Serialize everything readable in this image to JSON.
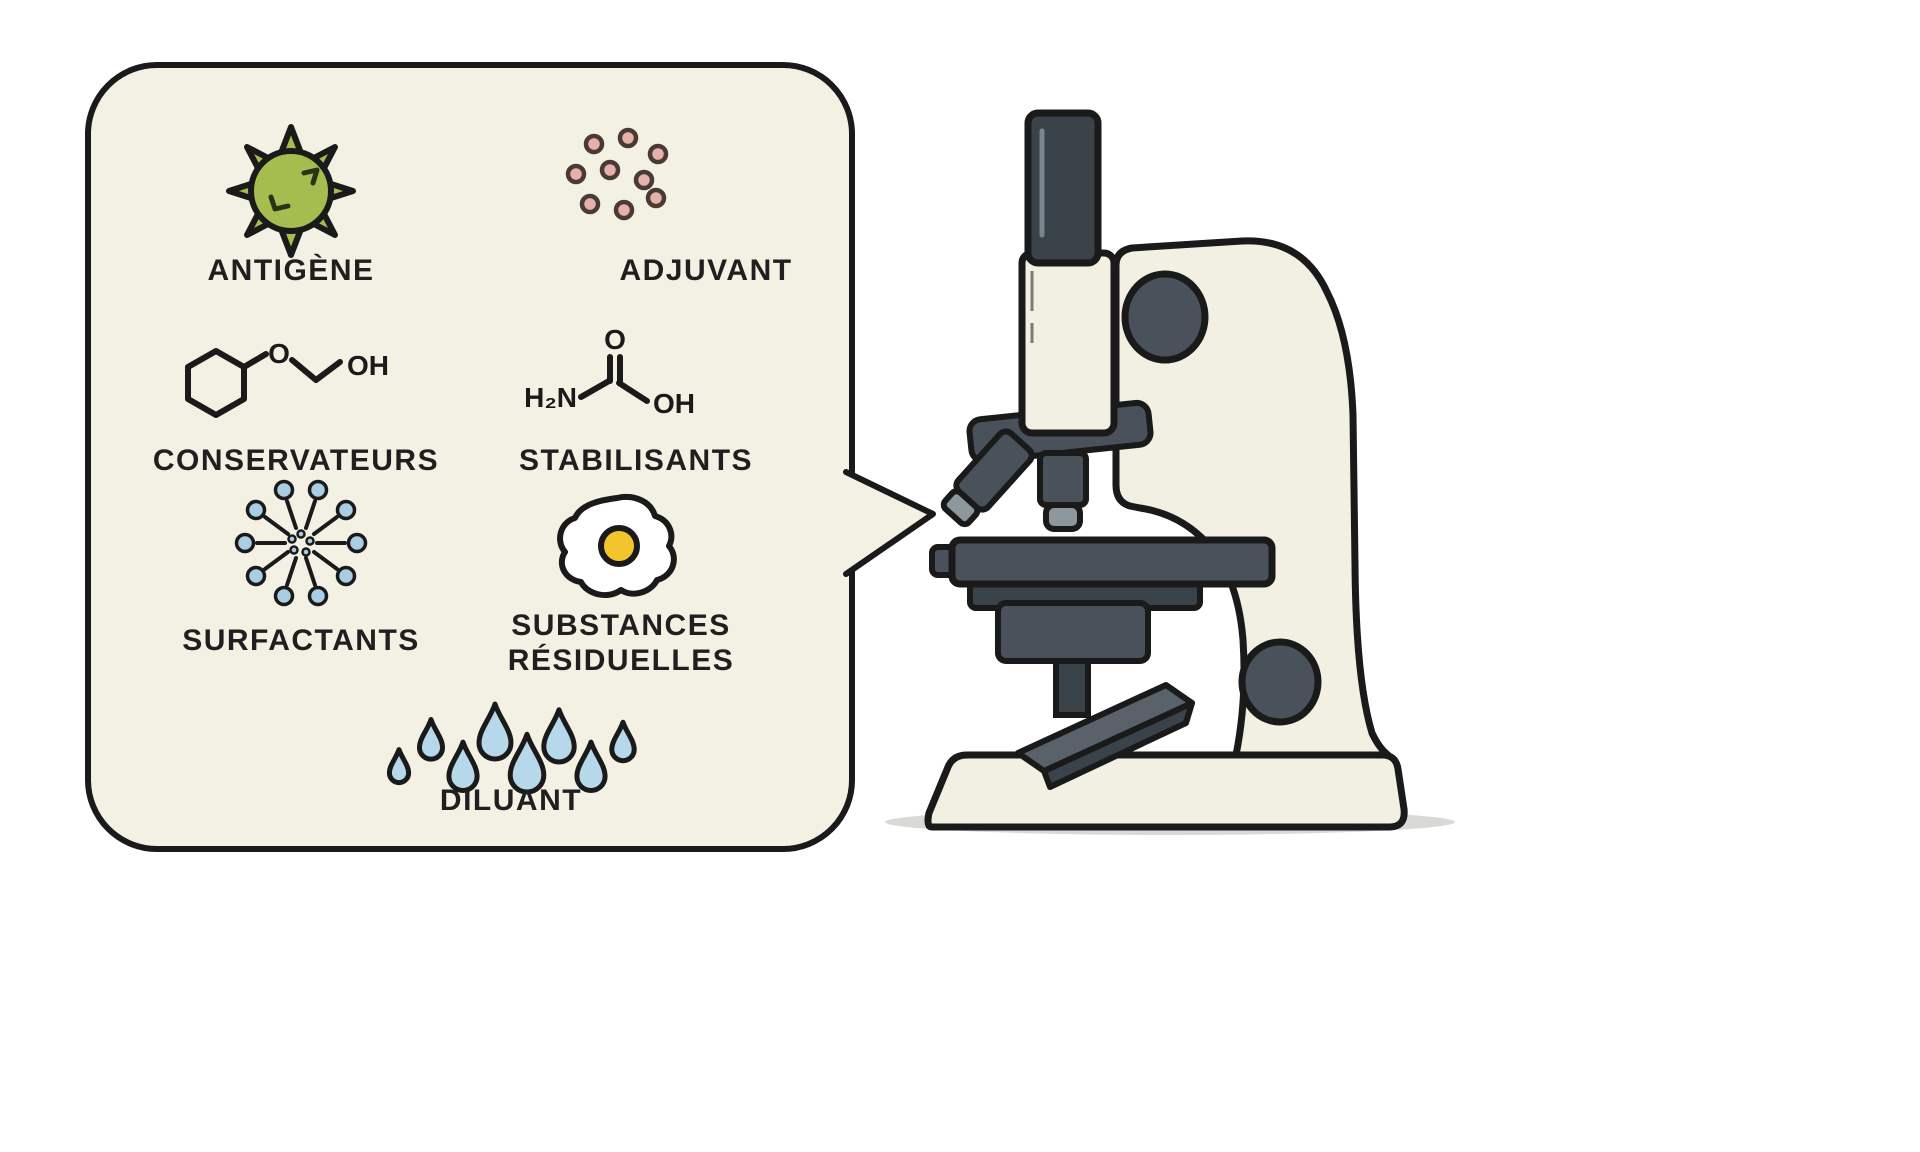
{
  "title": "vaccine-components-illustration",
  "colors": {
    "bubble_fill": "#f3f1e4",
    "outline": "#1a1a1a",
    "antigen_green": "#a5bd4e",
    "adjuvant_pink": "#e5b2a9",
    "surfactant_blue": "#a9cde3",
    "droplet_blue": "#b7d7ea",
    "yolk_yellow": "#f3c52d",
    "microscope_dark": "#49525a",
    "microscope_mid": "#59626a",
    "microscope_darker": "#3a424a",
    "microscope_light": "#8d979e",
    "microscope_cream": "#f2f0e2",
    "shadow_gray": "#d9d9d6"
  },
  "bubble": {
    "antigen": {
      "label": "ANTIGÈNE"
    },
    "adjuvant": {
      "label": "ADJUVANT"
    },
    "preservatives": {
      "label": "CONSERVATEURS",
      "atom_o": "O",
      "atom_oh": "OH"
    },
    "stabilizers": {
      "label": "STABILISANTS",
      "atom_h2n": "H₂N",
      "atom_o": "O",
      "atom_oh": "OH"
    },
    "surfactants": {
      "label": "SURFACTANTS"
    },
    "residuals": {
      "label": "SUBSTANCES RÉSIDUELLES"
    },
    "diluent": {
      "label": "DILUANT"
    }
  }
}
